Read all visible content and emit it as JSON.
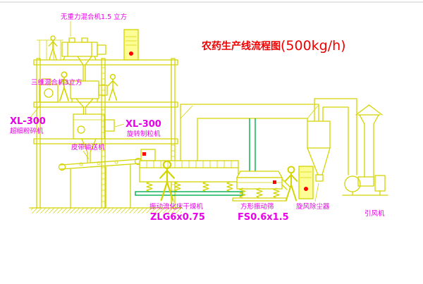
{
  "title": {
    "text": "农药生产线流程图",
    "capacity": "(500kg/h)"
  },
  "labels": {
    "mixer_top": "无重力混合机1.5 立方",
    "mixer_mid": "三维混合机3立方",
    "crusher_model": "XL-300",
    "crusher_name": "超细粉碎机",
    "granulator_model": "XL-300",
    "granulator_name": "旋转制粒机",
    "conveyor": "皮带输送机",
    "dryer_name": "振动流化床干燥机",
    "dryer_model": "ZLG6x0.75",
    "screen_name": "方形振动筛",
    "screen_model": "FS0.6x1.5",
    "cyclone": "旋风除尘器",
    "fan": "引风机"
  },
  "colors": {
    "line": "#d4d400",
    "label": "#e800e8",
    "title": "#f00000",
    "green": "#00b050",
    "red": "#ff0000",
    "cab": "#fdfd96",
    "bg": "#ffffff"
  }
}
